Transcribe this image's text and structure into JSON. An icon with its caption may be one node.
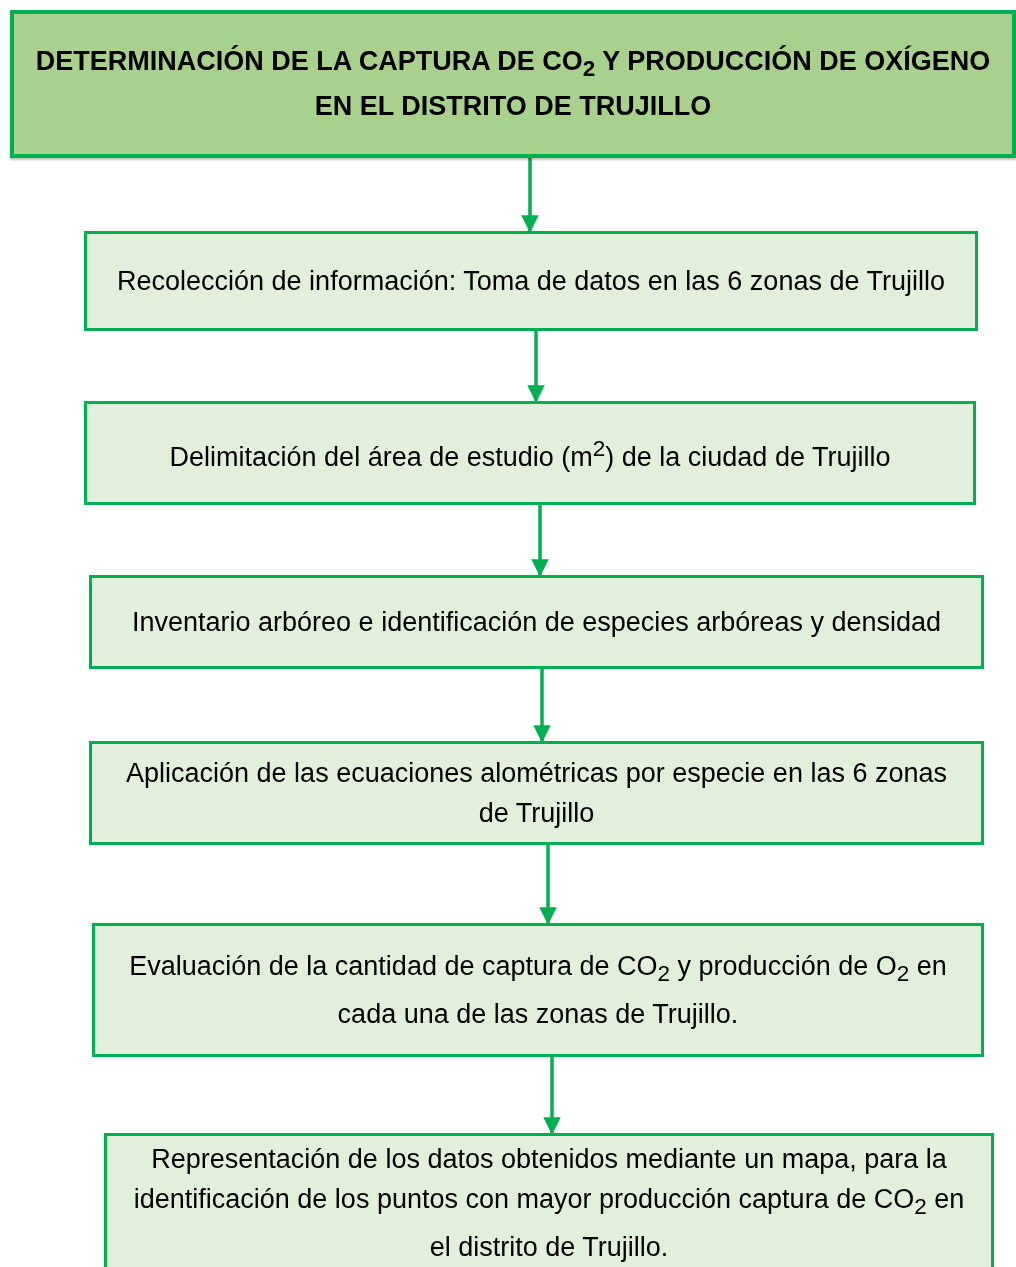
{
  "diagram": {
    "nodes": [
      {
        "text": [
          "DETERMINACIÓN DE LA CAPTURA DE CO$_{2}$ Y PRODUCCIÓN DE OXÍGENO EN EL DISTRITO DE TRUJILLO"
        ]
      },
      {
        "text": [
          "Recolección de información: Toma de datos en las 6 zonas de Trujillo"
        ]
      },
      {
        "text": [
          "Delimitación del área de estudio (m$^{2}$) de la ciudad de Trujillo"
        ]
      },
      {
        "text": [
          "Inventario arbóreo e identificación de especies arbóreas y densidad"
        ]
      },
      {
        "text": [
          "Aplicación de las ecuaciones alométricas por especie en las 6 zonas de Trujillo"
        ]
      },
      {
        "text": [
          "Evaluación de la cantidad de captura de CO$_{2}$ y producción de O$_{2}$ en cada una de las zonas de Trujillo."
        ]
      },
      {
        "text": [
          "Representación de los datos obtenidos mediante un mapa, para la identificación de los puntos con mayor producción captura de CO$_{2}$ en el distrito de Trujillo."
        ]
      }
    ],
    "edges": [
      {
        "from": 0,
        "to": 1,
        "arrow": "to"
      },
      {
        "from": 1,
        "to": 2,
        "arrow": "to"
      },
      {
        "from": 2,
        "to": 3,
        "arrow": "to"
      },
      {
        "from": 3,
        "to": 4,
        "arrow": "to"
      },
      {
        "from": 4,
        "to": 5,
        "arrow": "to"
      },
      {
        "from": 5,
        "to": 6,
        "arrow": "to"
      }
    ]
  }
}
